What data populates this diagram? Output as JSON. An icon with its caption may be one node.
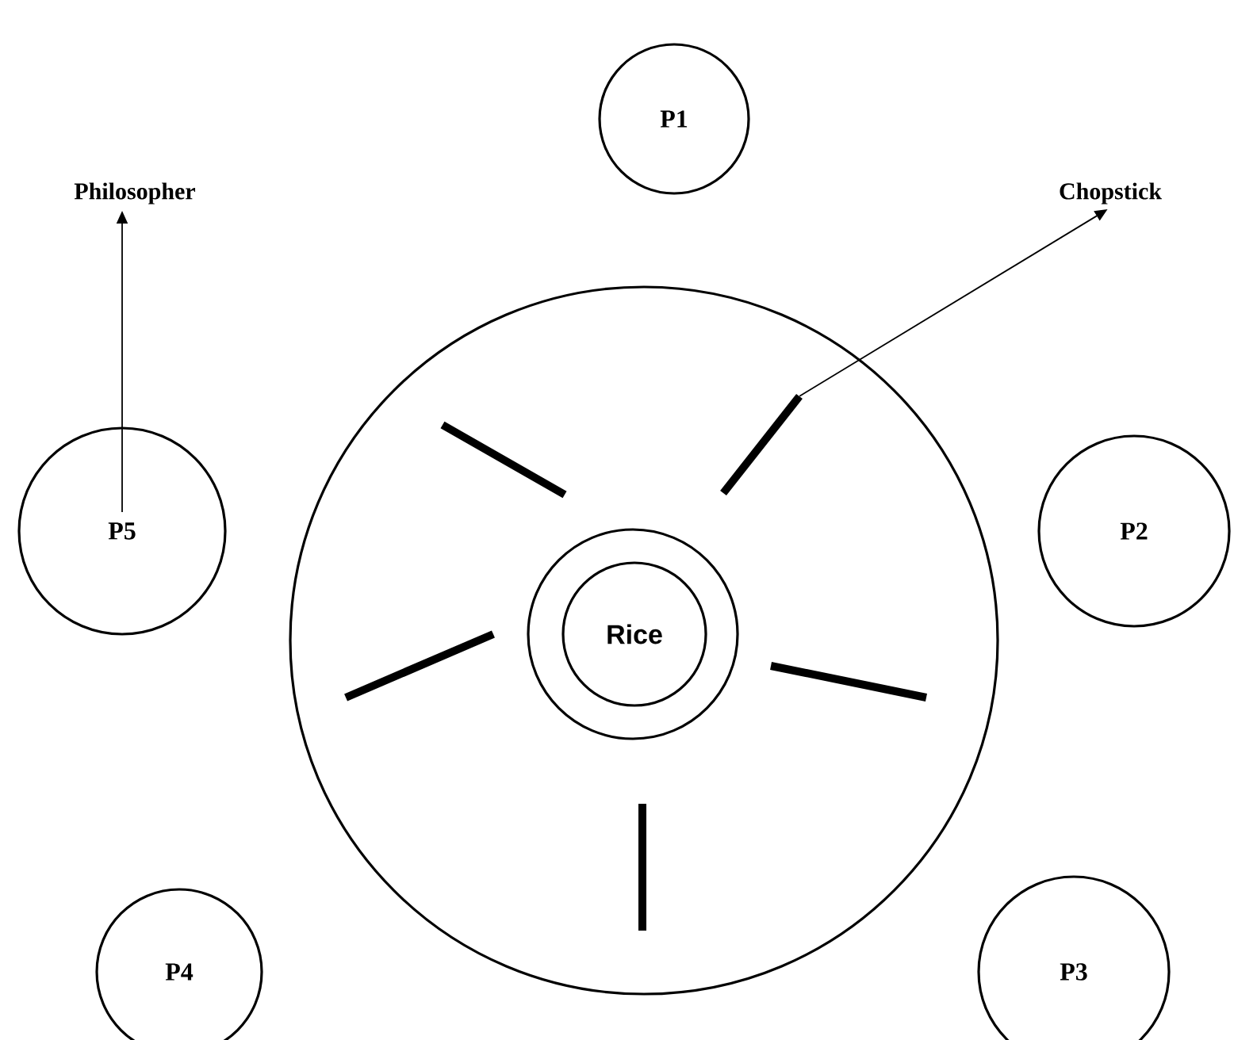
{
  "diagram": {
    "nodes": [
      {
        "text": [
          "P1"
        ]
      },
      {
        "text": [
          "Philosopher"
        ]
      },
      {
        "text": [
          "Chopstick"
        ]
      },
      {
        "text": [],
        "shape": "circle"
      },
      {
        "text": [],
        "shape": "bar",
        "in": 3
      },
      {
        "text": [],
        "shape": "bar",
        "in": 3
      },
      {
        "text": [
          "P5"
        ]
      },
      {
        "text": [
          "P2"
        ]
      },
      {
        "text": [],
        "shape": "circle",
        "in": 3
      },
      {
        "text": [
          "Rice"
        ],
        "in": 8
      },
      {
        "text": [],
        "shape": "bar",
        "in": 3
      },
      {
        "text": [],
        "shape": "bar",
        "in": 3
      },
      {
        "text": [],
        "shape": "bar",
        "in": 3
      },
      {
        "text": [
          "P4"
        ]
      },
      {
        "text": [
          "P3"
        ]
      }
    ],
    "edges": [
      {
        "from": 6,
        "to": 1,
        "arrow": "to"
      },
      {
        "from": 5,
        "to": 2,
        "arrow": "to"
      }
    ]
  }
}
